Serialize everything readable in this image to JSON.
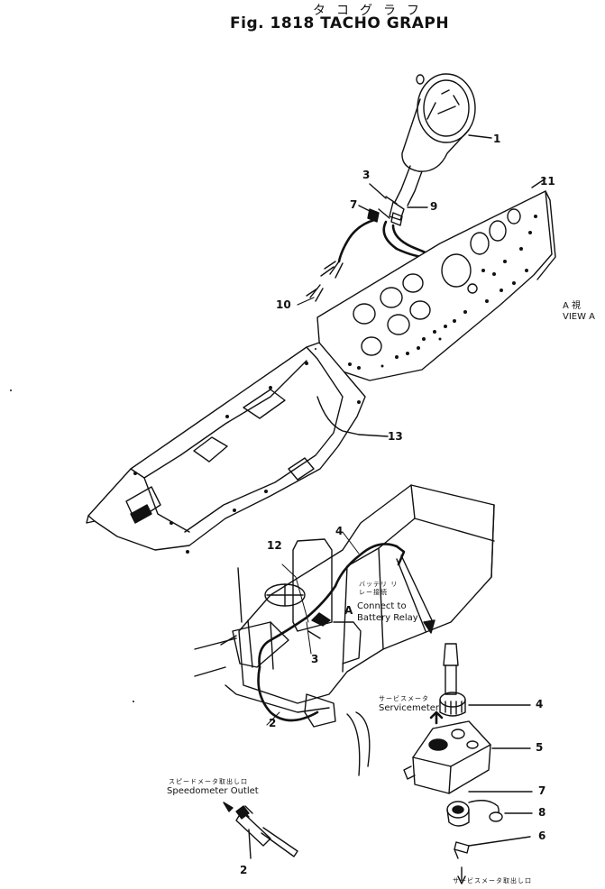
{
  "header": {
    "title_jp": "タコグラフ",
    "title": "Fig. 1818 TACHO GRAPH"
  },
  "callouts": {
    "c1": "1",
    "c2a": "2",
    "c2b": "2",
    "c3a": "3",
    "c3b": "3",
    "c4a": "4",
    "c4b": "4",
    "c5": "5",
    "c6": "6",
    "c7a": "7",
    "c7b": "7",
    "c8": "8",
    "c9": "9",
    "c10": "10",
    "c11": "11",
    "c12": "12",
    "c13": "13"
  },
  "annotations": {
    "view_a_jp": "A 視",
    "view_a": "VIEW A",
    "arrow_a": "A",
    "battery_jp": "バッテリ リレー接続",
    "battery_line1": "Connect to",
    "battery_line2": "Battery Relay",
    "servicemeter_jp": "サービスメータ",
    "servicemeter": "Servicemeter",
    "speedometer_jp": "スピードメータ取出し口",
    "speedometer": "Speedometer Outlet",
    "bottom_jp": "サービスメータ取出し口"
  },
  "colors": {
    "ink": "#111111",
    "paper": "#ffffff"
  }
}
